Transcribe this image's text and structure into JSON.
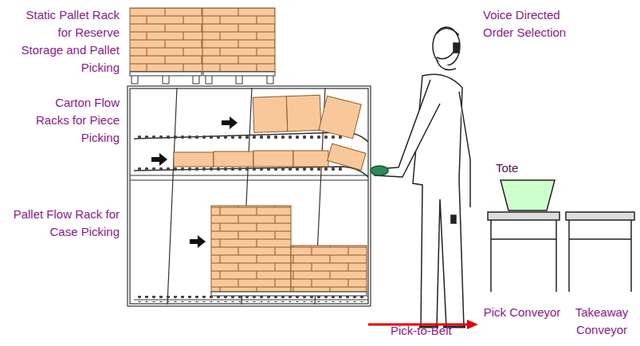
{
  "diagram": {
    "labels": [
      "Static Pallet Rack for Reserve Storage and Pallet Picking",
      "Carton Flow Racks for Piece Picking",
      "Pallet Flow Rack for Case Picking",
      "Voice Directed Order Selection",
      "Tote",
      "Pick-to-Belt",
      "Pick Conveyor",
      "Takeaway Conveyor"
    ]
  }
}
